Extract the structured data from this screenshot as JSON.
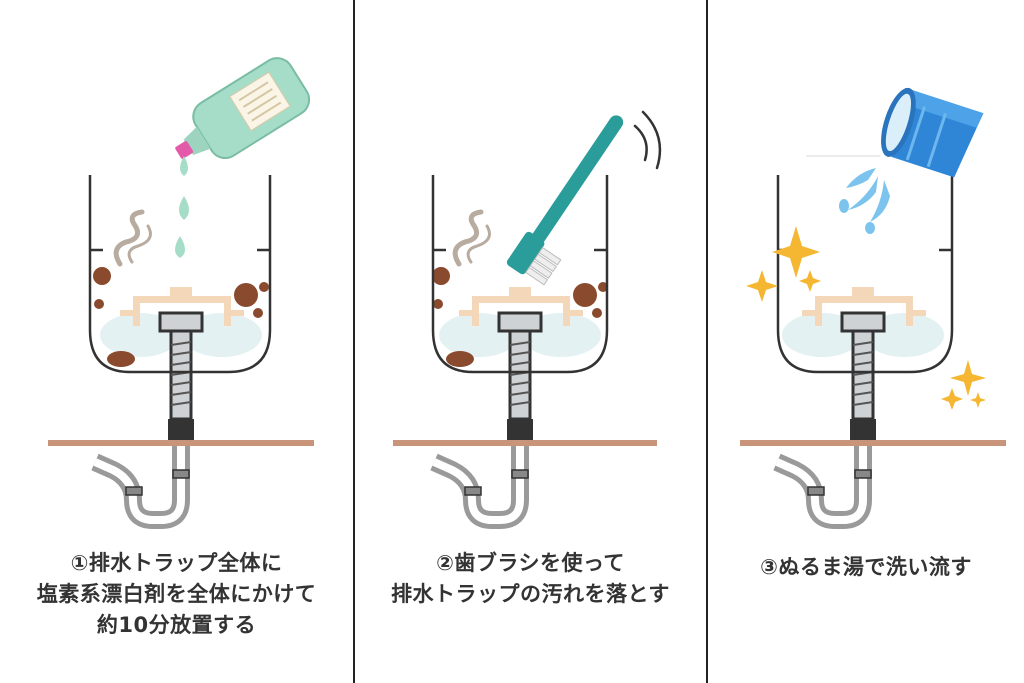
{
  "steps": [
    {
      "lines": [
        "①排水トラップ全体に",
        "塩素系漂白剤を全体にかけて",
        "約10分放置する"
      ]
    },
    {
      "lines": [
        "②歯ブラシを使って",
        "排水トラップの汚れを落とす"
      ]
    },
    {
      "lines": [
        "③ぬるま湯で洗い流す"
      ]
    }
  ],
  "colors": {
    "text": "#333333",
    "divider": "#222222",
    "counter": "#c8957a",
    "pipe": "#9a9a9a",
    "basket": "#f3d7b8",
    "dirt": "#8a4a2d",
    "bleach_bottle": "#a5ddc8",
    "brush_handle": "#2a9d9a",
    "cup": "#2f86d6",
    "sparkle": "#f5b731"
  },
  "icons": [
    "bleach-bottle-icon",
    "toothbrush-icon",
    "water-cup-icon",
    "sparkle-icon"
  ]
}
